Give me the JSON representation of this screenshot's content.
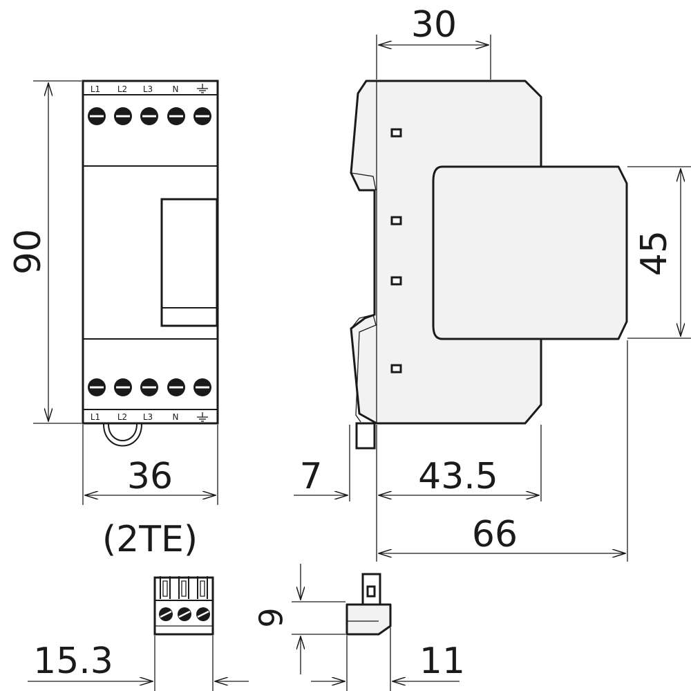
{
  "dimensions": {
    "height_total": "90",
    "width_front": "36",
    "width_te": "(2TE)",
    "depth_top": "30",
    "height_module": "45",
    "offset_left": "7",
    "depth_body": "43.5",
    "depth_total": "66",
    "connector_width": "15.3",
    "connector_height": "9",
    "connector_depth": "11"
  },
  "terminals": {
    "top": [
      "L1",
      "L2",
      "L3",
      "N",
      "⏚"
    ],
    "bottom": [
      "L1",
      "L2",
      "L3",
      "N",
      "⏚"
    ]
  }
}
